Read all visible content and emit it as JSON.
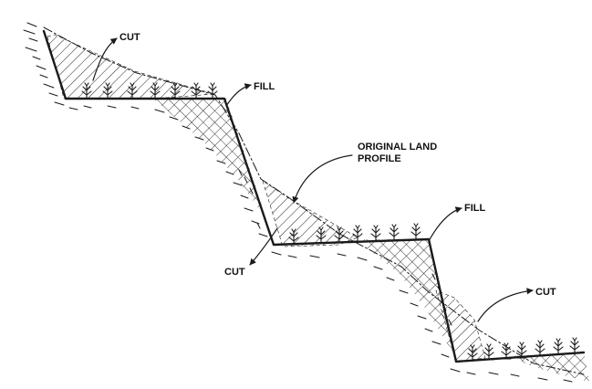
{
  "labels": {
    "cut_top": "CUT",
    "fill_top": "FILL",
    "original_line1": "ORIGINAL LAND",
    "original_line2": "PROFILE",
    "cut_middle": "CUT",
    "fill_middle": "FILL",
    "cut_bottom": "CUT"
  },
  "icons": [
    "plant-icon",
    "arrow-icon",
    "ground-hatch-icon"
  ],
  "colors": {
    "ink": "#1a1a1a",
    "background": "#ffffff"
  }
}
